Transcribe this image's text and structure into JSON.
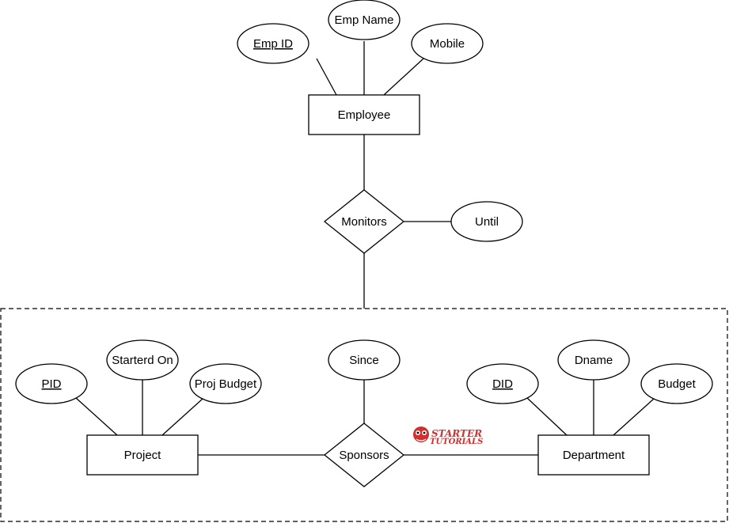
{
  "entities": {
    "employee": "Employee",
    "project": "Project",
    "department": "Department"
  },
  "relationships": {
    "monitors": "Monitors",
    "sponsors": "Sponsors"
  },
  "attributes": {
    "emp_id": "Emp ID",
    "emp_name": "Emp Name",
    "mobile": "Mobile",
    "until": "Until",
    "pid": "PID",
    "started_on": "Starterd On",
    "proj_budget": "Proj Budget",
    "since": "Since",
    "did": "DID",
    "dname": "Dname",
    "budget": "Budget"
  },
  "watermark": {
    "line1": "STARTER",
    "line2": "TUTORIALS",
    "color": "#d32f2f"
  }
}
